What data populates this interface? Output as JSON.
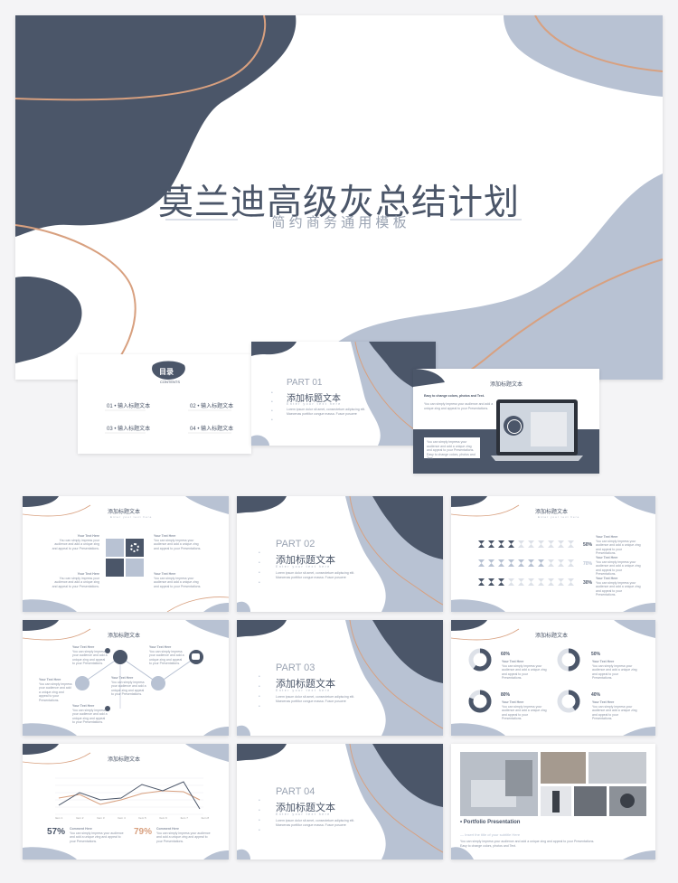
{
  "colors": {
    "slate": "#4b5669",
    "light_blue": "#b8c2d3",
    "copper": "#d8a07f",
    "white": "#ffffff"
  },
  "cover": {
    "title": "莫兰迪高级灰总结计划",
    "subtitle": "简 约 商 务 通 用 模 板"
  },
  "toc": {
    "badge": "目录",
    "badge_sub": "CONTENTS",
    "items": [
      {
        "num": "01",
        "label": "输入标题文本"
      },
      {
        "num": "02",
        "label": "输入标题文本"
      },
      {
        "num": "03",
        "label": "输入标题文本"
      },
      {
        "num": "04",
        "label": "输入标题文本"
      }
    ]
  },
  "sections": [
    {
      "part": "PART 01",
      "title": "添加标题文本",
      "sub": "Enter your text here",
      "body": "Lorem ipsum dolor sit amet, consectetuer adipiscing elit. Maecenas porttitor congue massa. Fusce posuere"
    },
    {
      "part": "PART 02",
      "title": "添加标题文本",
      "sub": "Enter your text here",
      "body": "Lorem ipsum dolor sit amet, consectetuer adipiscing elit. Maecenas porttitor congue massa. Fusce posuere"
    },
    {
      "part": "PART 03",
      "title": "添加标题文本",
      "sub": "Enter your text here",
      "body": "Lorem ipsum dolor sit amet, consectetuer adipiscing elit. Maecenas porttitor congue massa. Fusce posuere"
    },
    {
      "part": "PART 04",
      "title": "添加标题文本",
      "sub": "Enter your text here",
      "body": "Lorem ipsum dolor sit amet, consectetuer adipiscing elit. Maecenas porttitor congue massa. Fusce posuere"
    }
  ],
  "slide_title": "添加标题文本",
  "slide_subtitle": "Enter your text here",
  "your_text": "Your Text Here",
  "filler": "You can simply impress your audience and add a unique zing and appeal to your Presentations.",
  "laptop": {
    "heading": "Easy to change colors, photos and Text.",
    "body": "You can simply impress your audience and add a unique zing and appeal to your Presentations.",
    "box": "You can simply impress your audience and add a unique zing and appeal to your Presentations. Easy to change colors, photos and Text."
  },
  "hourglass": {
    "rows": [
      {
        "pct": "50%",
        "filled": 4,
        "total": 10
      },
      {
        "pct": "70%",
        "filled": 7,
        "total": 10
      },
      {
        "pct": "30%",
        "filled": 3,
        "total": 10
      }
    ]
  },
  "donuts": [
    {
      "pct": "60%",
      "value": 60
    },
    {
      "pct": "50%",
      "value": 50
    },
    {
      "pct": "80%",
      "value": 80
    },
    {
      "pct": "40%",
      "value": 40
    }
  ],
  "line_chart": {
    "pct1": "57%",
    "pct2": "79%",
    "caption": "Comment Here",
    "xlabels": [
      "Item 1",
      "Item 2",
      "Item 3",
      "Item 4",
      "Item 5",
      "Item 6",
      "Item 7",
      "Item 8"
    ]
  },
  "portfolio": {
    "title": "Portfolio Presentation",
    "sub": "Insert the title of your subtitle Here",
    "body": "You can simply impress your audience and add a unique zing and appeal to your Presentations. Easy to change colors, photos and Text."
  }
}
